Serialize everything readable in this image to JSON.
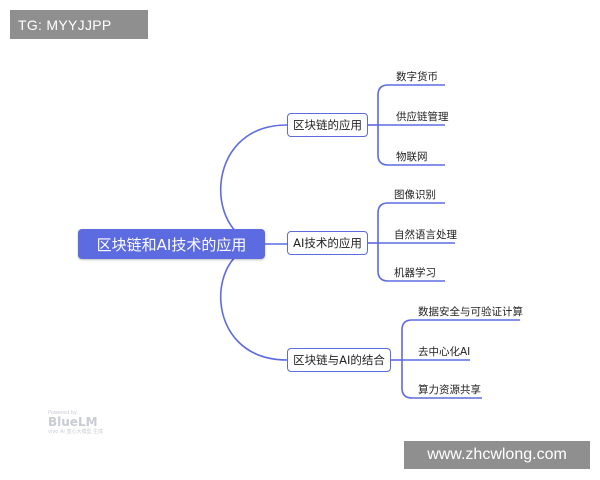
{
  "watermark_top": "TG: MYYJJPP",
  "watermark_bottom": "www.zhcwlong.com",
  "mindmap": {
    "root": "区块链和AI技术的应用",
    "branches": [
      {
        "label": "区块链的应用",
        "children": [
          "数字货币",
          "供应链管理",
          "物联网"
        ]
      },
      {
        "label": "AI技术的应用",
        "children": [
          "图像识别",
          "自然语言处理",
          "机器学习"
        ]
      },
      {
        "label": "区块链与AI的结合",
        "children": [
          "数据安全与可验证计算",
          "去中心化AI",
          "算力资源共享"
        ]
      }
    ],
    "line_color": "#5d6be0"
  },
  "logo": {
    "small_text": "Powered by",
    "brand": "BlueLM",
    "tagline": "vivo AI 蓝心大模型 生成"
  }
}
